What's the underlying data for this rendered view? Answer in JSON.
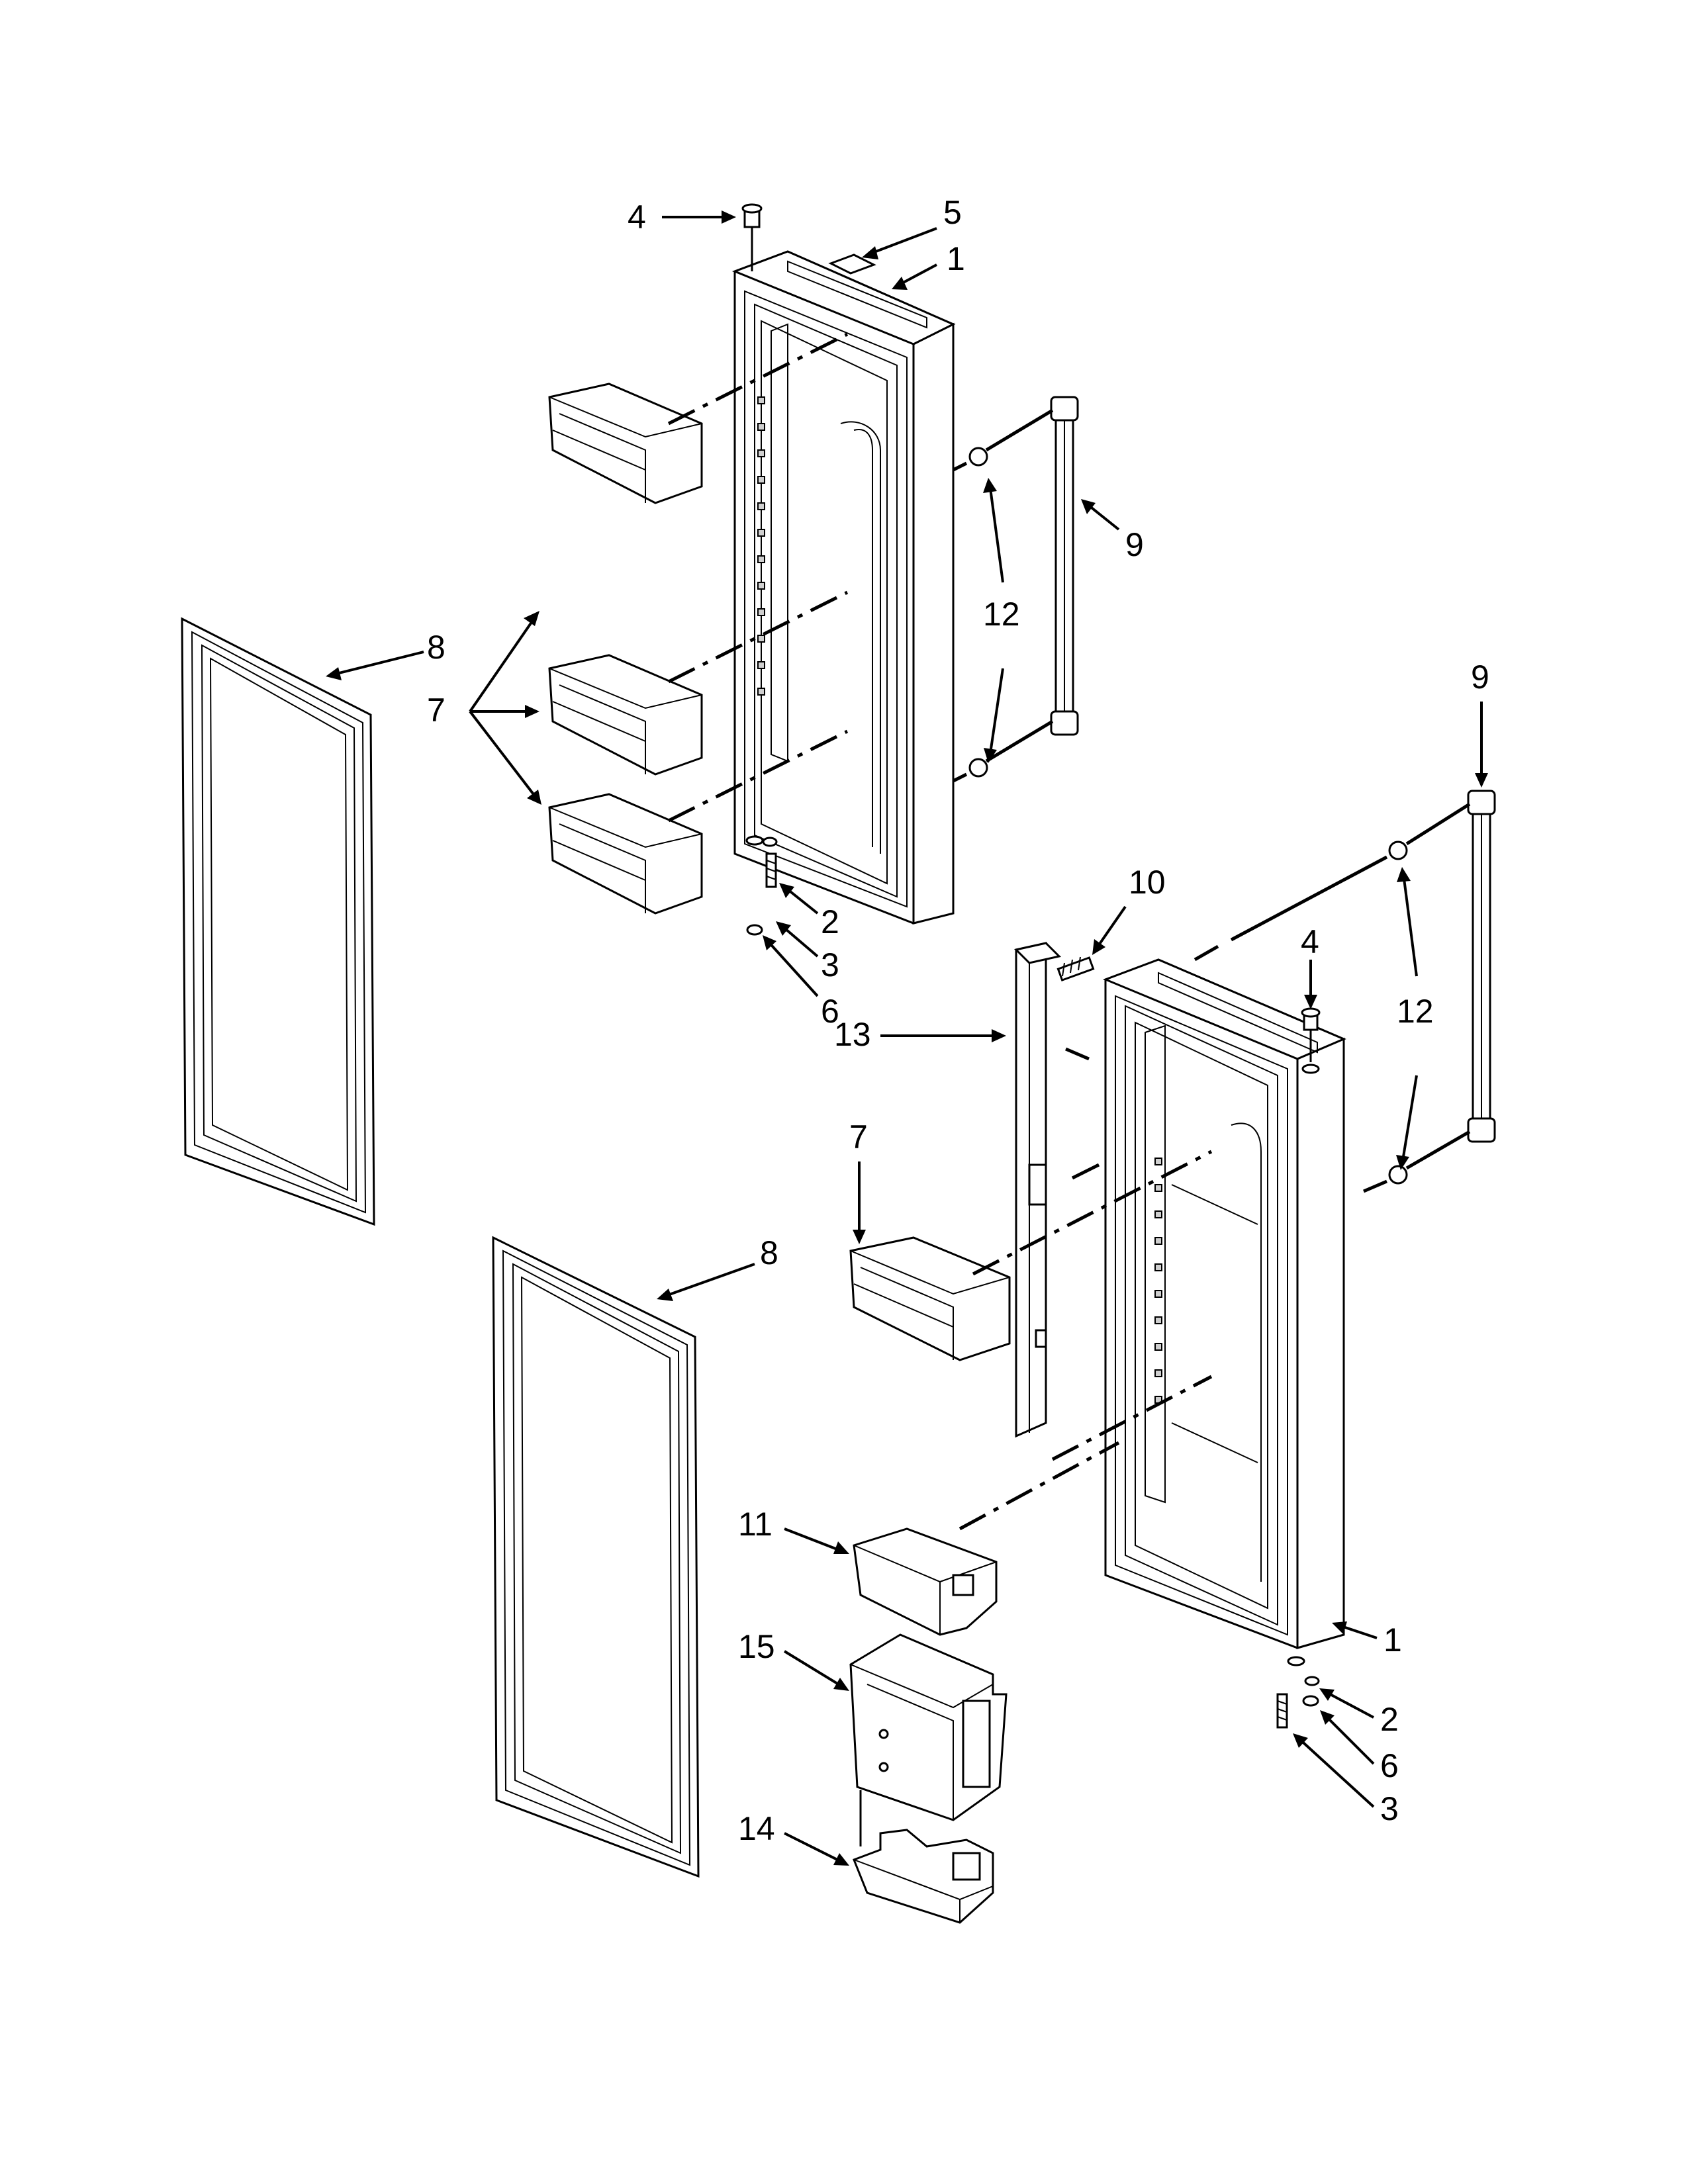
{
  "callouts": [
    {
      "id": "c4a",
      "label": "4"
    },
    {
      "id": "c5",
      "label": "5"
    },
    {
      "id": "c1a",
      "label": "1"
    },
    {
      "id": "c9a",
      "label": "9"
    },
    {
      "id": "c12a",
      "label": "12"
    },
    {
      "id": "c8a",
      "label": "8"
    },
    {
      "id": "c7a",
      "label": "7"
    },
    {
      "id": "c2a",
      "label": "2"
    },
    {
      "id": "c3a",
      "label": "3"
    },
    {
      "id": "c6a",
      "label": "6"
    },
    {
      "id": "c9b",
      "label": "9"
    },
    {
      "id": "c10",
      "label": "10"
    },
    {
      "id": "c4b",
      "label": "4"
    },
    {
      "id": "c12b",
      "label": "12"
    },
    {
      "id": "c13",
      "label": "13"
    },
    {
      "id": "c7b",
      "label": "7"
    },
    {
      "id": "c8b",
      "label": "8"
    },
    {
      "id": "c11",
      "label": "11"
    },
    {
      "id": "c15",
      "label": "15"
    },
    {
      "id": "c1b",
      "label": "1"
    },
    {
      "id": "c2b",
      "label": "2"
    },
    {
      "id": "c6b",
      "label": "6"
    },
    {
      "id": "c3b",
      "label": "3"
    },
    {
      "id": "c14",
      "label": "14"
    }
  ]
}
